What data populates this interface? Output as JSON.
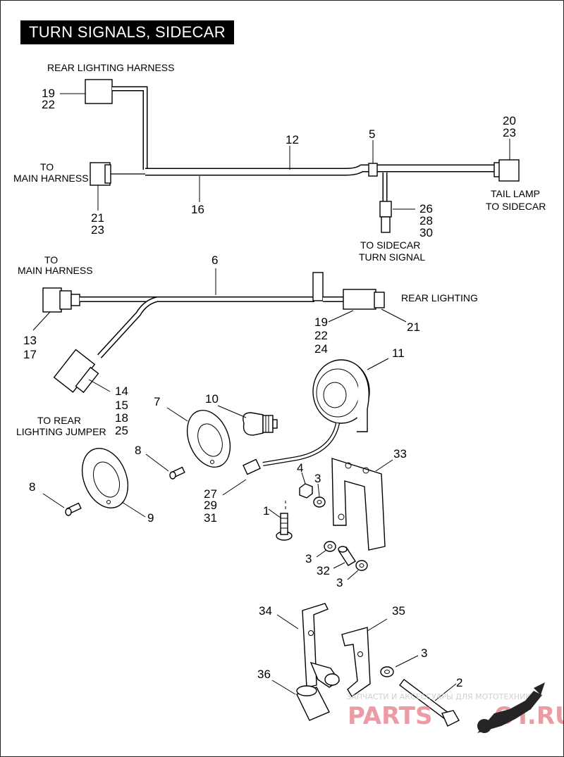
{
  "title": "TURN SIGNALS, SIDECAR",
  "labels": {
    "rear_lighting_harness": "REAR LIGHTING HARNESS",
    "to": "TO",
    "main_harness": "MAIN HARNESS",
    "tail_lamp": "TAIL LAMP",
    "to_sidecar": "TO SIDECAR",
    "to_sidecar_2": "TO SIDECAR",
    "turn_signal": "TURN SIGNAL",
    "to_2": "TO",
    "main_harness_2": "MAIN HARNESS",
    "rear_lighting": "REAR LIGHTING",
    "to_rear": "TO REAR",
    "lighting_jumper": "LIGHTING JUMPER"
  },
  "callouts": {
    "c19a": "19",
    "c22a": "22",
    "c12": "12",
    "c5": "5",
    "c20": "20",
    "c23a": "23",
    "c21a": "21",
    "c23b": "23",
    "c16": "16",
    "c26": "26",
    "c28": "28",
    "c30": "30",
    "c6": "6",
    "c13": "13",
    "c17": "17",
    "c19b": "19",
    "c22b": "22",
    "c24": "24",
    "c21b": "21",
    "c11": "11",
    "c14": "14",
    "c15": "15",
    "c18": "18",
    "c25": "25",
    "c7": "7",
    "c10": "10",
    "c8a": "8",
    "c8b": "8",
    "c33": "33",
    "c4": "4",
    "c3a": "3",
    "c27": "27",
    "c29": "29",
    "c31": "31",
    "c9": "9",
    "c1": "1",
    "c3b": "3",
    "c32": "32",
    "c3c": "3",
    "c34": "34",
    "c35": "35",
    "c3d": "3",
    "c36": "36",
    "c2": "2"
  },
  "watermark": {
    "caption": "ЗАПЧАСТИ И АКСЕССУАРЫ ДЛЯ МОТОТЕХНИКИ",
    "brand_left": "PARTS",
    "brand_right": "OT.RU",
    "color": "#e88a94"
  }
}
